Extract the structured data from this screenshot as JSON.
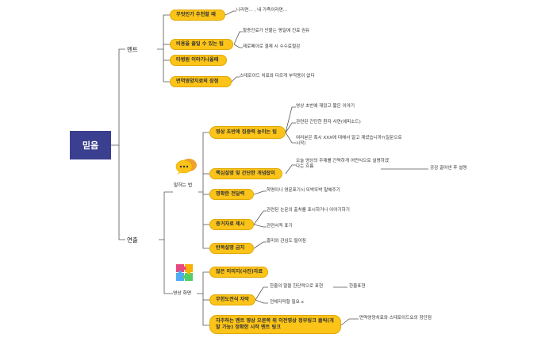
{
  "root": "믿음",
  "branches": {
    "ment": {
      "label": "멘트",
      "items": [
        {
          "label": "무엇인가 추천할 때",
          "leaves": [
            "나라면... , 내 가족이라면..."
          ]
        },
        {
          "label": "비용을 줄일 수 있는 팁",
          "leaves": [
            "할증진료가 안붙는 평일에 진료 권유",
            "제로페이로 결제 시 수수료절감"
          ]
        },
        {
          "label": "타병원 이야기나올때",
          "leaves": []
        },
        {
          "label": "면역영양치료의 장점",
          "leaves": [
            "스테로이드 치료와 다르게 부작용이 없다"
          ]
        }
      ]
    },
    "yeonchul": {
      "label": "연출",
      "speaking": {
        "label": "말하는 법",
        "icon": "speech-bubbles-icon",
        "items": [
          {
            "label": "영상 초반에 집중력 높이는 팁",
            "leaves": [
              "영상 초반에 재밌고 짧은 이야기",
              "관련된 간단한 환자 사연(에피소드)",
              "여러분은 혹시 XXX에 대해서 알고 계셨습니까?(질문으로 시작)"
            ]
          },
          {
            "label": "핵심설명 및 간단한 개념잡이",
            "leaves": [
              "오늘 영상의 주제를 간략하게 어떤식으로 설명하겠다는 흐름"
            ],
            "sub": "공감 끌어낸 후 설명"
          },
          {
            "label": "명확한 전달력",
            "leaves": [
              "학명이나 영문표기시 또박또박 말해주기"
            ]
          },
          {
            "label": "증거자료 제시",
            "leaves": [
              "관련된 논문의 출처를 표시하거나 이야기하기",
              "관련서적 표기"
            ]
          },
          {
            "label": "반복설명 금지",
            "leaves": [
              "흥미와 관심도 떨어짐"
            ]
          }
        ]
      },
      "screen": {
        "label": "영상 화면",
        "icon": "puzzle-icon",
        "items": [
          {
            "label": "많은 이미지(사진)자료",
            "leaves": []
          },
          {
            "label": "무한도전식 자막",
            "leaves": [
              "한줄의 말을 한단락으로 표현",
              "전체자막할 필요 x"
            ],
            "sub": "한줄표현"
          },
          {
            "label": "자주하는 멘트 영상 오른쪽 위 이전영상 정부링크 클릭(개발 가능) 정확한 시작 멘트 링크",
            "leaves": [
              "면역영양치료와 스테로이드요의 장단점"
            ]
          }
        ]
      }
    }
  },
  "colors": {
    "node": "#fcc419",
    "root": "#3b3f8f",
    "line": "#555555"
  }
}
